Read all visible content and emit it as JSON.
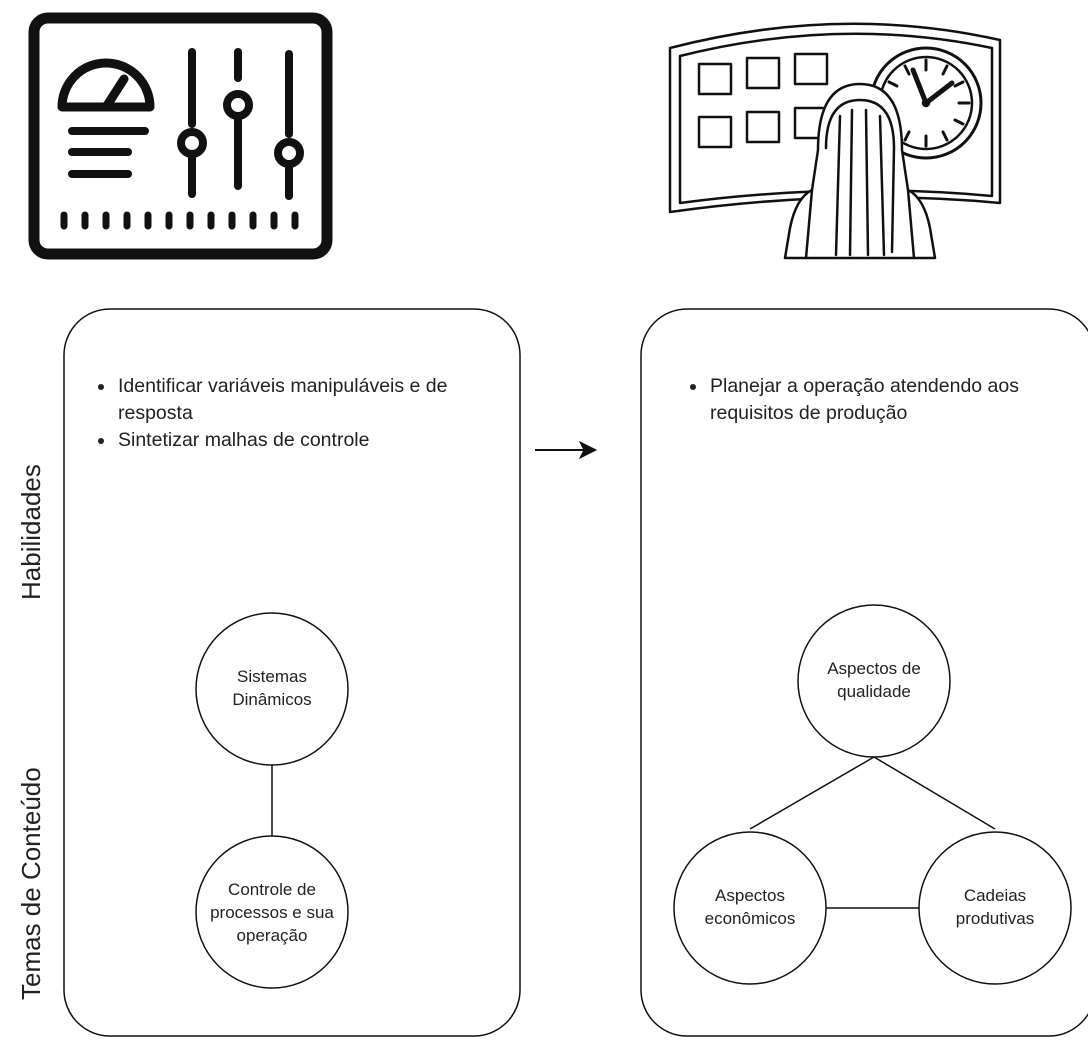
{
  "side_labels": {
    "skills": "Habilidades",
    "topics": "Temas de Conteúdo"
  },
  "left_panel": {
    "bullets": [
      "Identificar variáveis manipuláveis e de resposta",
      "Sintetizar malhas de controle"
    ],
    "nodes": {
      "top": "Sistemas Dinâmicos",
      "bottom": "Controle de processos e sua operação"
    }
  },
  "right_panel": {
    "bullets": [
      "Planejar a operação atendendo aos requisitos de produção"
    ],
    "nodes": {
      "top": "Aspectos de qualidade",
      "left": "Aspectos econômicos",
      "right": "Cadeias produtivas"
    }
  },
  "icons": {
    "left": "control-panel-icon",
    "right": "operator-monitoring-icon"
  }
}
